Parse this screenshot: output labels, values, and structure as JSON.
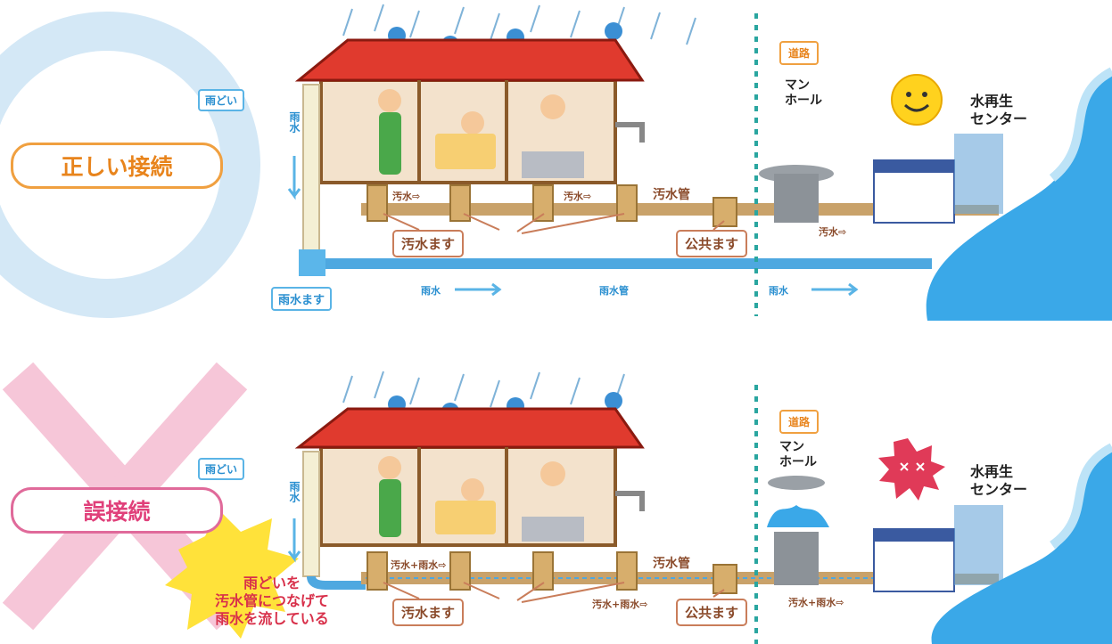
{
  "top": {
    "status_label": "正しい接続",
    "amadoi": "雨どい",
    "usui_vertical": "雨水",
    "osui_flow_1": "汚水⇨",
    "osui_flow_2": "汚水⇨",
    "osuikan": "汚水管",
    "osuimasu": "汚水ます",
    "koukyoumasu": "公共ます",
    "douro": "道路",
    "manhole": "マン\nホール",
    "plant": "水再生\nセンター",
    "osui_flow_3": "汚水⇨",
    "usuimasu": "雨水ます",
    "usui_flow_1": "雨水",
    "usuikan": "雨水管",
    "usui_flow_2": "雨水"
  },
  "bottom": {
    "status_label": "誤接続",
    "amadoi": "雨どい",
    "usui_vertical": "雨水",
    "mixed_flow_1": "汚水+雨水⇨",
    "osuikan": "汚水管",
    "osuimasu": "汚水ます",
    "mixed_flow_2": "汚水+雨水⇨",
    "koukyoumasu": "公共ます",
    "douro": "道路",
    "manhole": "マン\nホール",
    "plant": "水再生\nセンター",
    "mixed_flow_3": "汚水+雨水⇨",
    "warning": "雨どいを\n汚水管につなげて\n雨水を流している"
  },
  "colors": {
    "roof": "#e03a2e",
    "wall": "#f3e2cc",
    "sewer_pipe": "#c9a26a",
    "rain_pipe": "#4ea8e0",
    "river": "#3aa8e8",
    "correct_ring": "#cfe6f7",
    "wrong_cross": "#f6c6d8",
    "warn_burst": "#ffe23a",
    "road_line": "#2aa6a0",
    "happy_face": "#ffd21e",
    "angry_face": "#e03a58"
  }
}
